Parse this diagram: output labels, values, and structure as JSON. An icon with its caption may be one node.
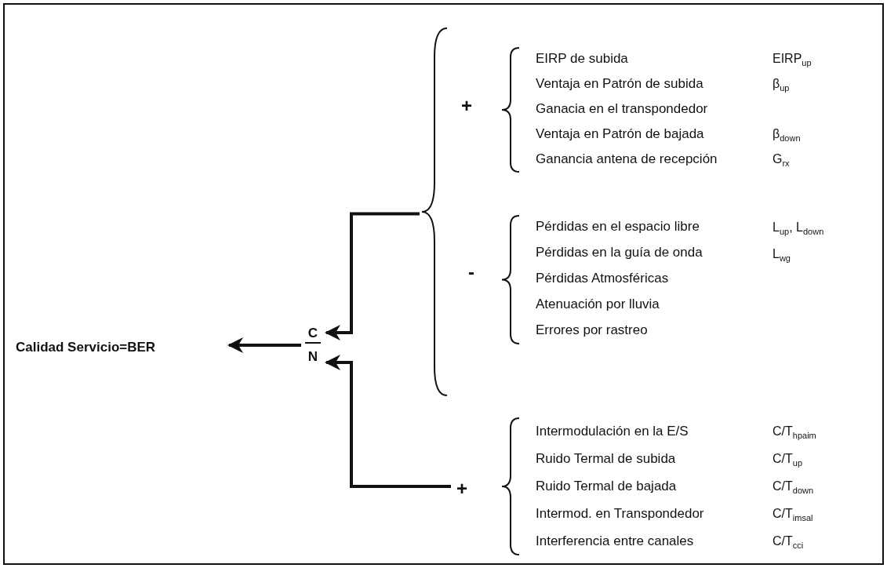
{
  "diagram": {
    "nodes": [
      {
        "text": [
          "Calidad Servicio=BER"
        ]
      },
      {
        "text": [
          "C",
          "N"
        ]
      },
      {
        "text": [],
        "shape": "brace"
      },
      {
        "text": [
          "+",
          "EIRP de subida",
          "Ventaja en Patrón de subida",
          "Ganacia en el transpondedor",
          "Ventaja en Patrón de bajada",
          "Ganancia antena de recepción"
        ],
        "in": 2
      },
      {
        "text": [
          "-",
          "Pérdidas en el espacio libre",
          "Pérdidas en la guía de onda",
          "Pérdidas Atmosféricas",
          "Atenuación por lluvia",
          "Errores por rastreo"
        ],
        "in": 2
      },
      {
        "text": [
          "+",
          "Intermodulación en la E/S",
          "Ruido Termal de subida",
          "Ruido Termal de bajada",
          "Intermod. en Transpondedor",
          "Interferencia entre canales"
        ]
      }
    ],
    "edges": [
      {
        "from": 1,
        "to": 0,
        "arrow": "to"
      },
      {
        "from": 2,
        "to": 1,
        "arrow": "to"
      },
      {
        "from": 5,
        "to": 1,
        "arrow": "to"
      }
    ],
    "labels": [
      "EIRP$_{up}$",
      "β$_{up}$",
      "β$_{down}$",
      "G$_{rx}$",
      "L$_{up}$, L$_{down}$",
      "L$_{wg}$",
      "C/T$_{hpaim}$",
      "C/T$_{up}$",
      "C/T$_{down}$",
      "C/T$_{imsal}$",
      "C/T$_{cci}$"
    ]
  }
}
